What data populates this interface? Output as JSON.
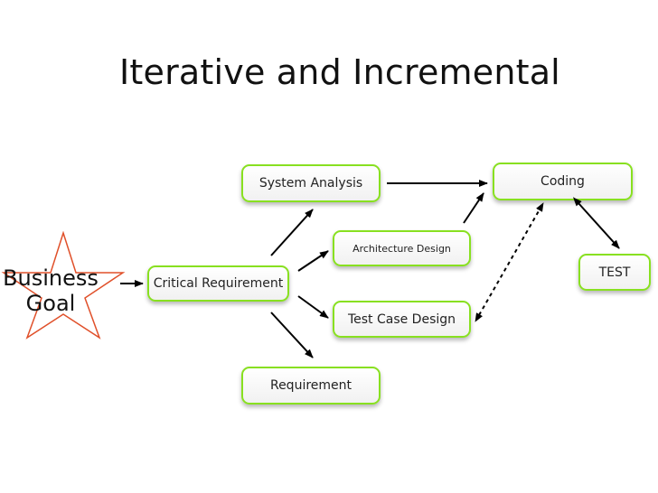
{
  "title": "Iterative and Incremental",
  "goal": {
    "line1": "Business",
    "line2": "Goal"
  },
  "nodes": {
    "critical_requirement": "Critical Requirement",
    "system_analysis": "System Analysis",
    "architecture_design": "Architecture Design",
    "test_case_design": "Test Case Design",
    "requirement": "Requirement",
    "coding": "Coding",
    "test": "TEST"
  },
  "colors": {
    "box_border": "#88e020",
    "star_border": "#e0502a",
    "arrow": "#000000"
  }
}
